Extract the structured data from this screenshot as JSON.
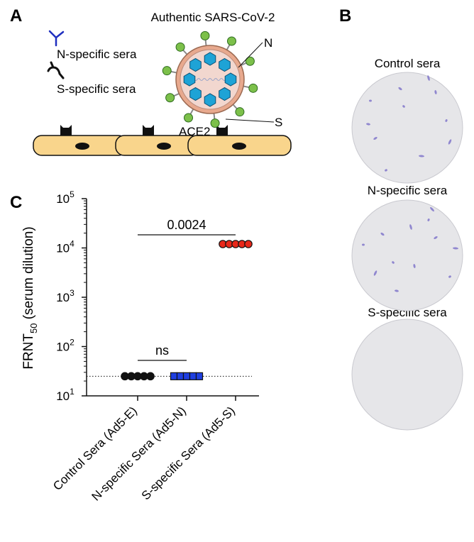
{
  "panel_a": {
    "letter": "A",
    "title": "Authentic SARS-CoV-2",
    "legend": [
      {
        "label": "N-specific sera",
        "color": "#1f2fbf",
        "icon": "antibody-icon"
      },
      {
        "label": "S-specific sera",
        "color": "#111111",
        "icon": "antibody-icon"
      }
    ],
    "virion_labels": {
      "n": "N",
      "s": "S"
    },
    "receptor_label": "ACE2",
    "colors": {
      "cell": "#f9d58c",
      "spike": "#7cc04a",
      "nucleocapsid": "#1ea3d6",
      "envelope": "#e8a98e"
    }
  },
  "panel_b": {
    "letter": "B",
    "wells": [
      {
        "label": "Control sera",
        "foci": "many"
      },
      {
        "label": "N-specific sera",
        "foci": "many"
      },
      {
        "label": "S-specific sera",
        "foci": "none"
      }
    ]
  },
  "panel_c": {
    "letter": "C",
    "chart_data": {
      "type": "scatter",
      "ylabel": "FRNT",
      "ylabel_sub": "50",
      "ylabel_suffix": " (serum dilution)",
      "yscale": "log",
      "ylim": [
        10,
        100000
      ],
      "yticks": [
        {
          "base": "10",
          "exp": "1"
        },
        {
          "base": "10",
          "exp": "2"
        },
        {
          "base": "10",
          "exp": "3"
        },
        {
          "base": "10",
          "exp": "4"
        },
        {
          "base": "10",
          "exp": "5"
        }
      ],
      "limit_of_detection": 25,
      "categories": [
        "Control Sera (Ad5-E)",
        "N-specific Sera (Ad5-N)",
        "S-specific Sera (Ad5-S)"
      ],
      "series": [
        {
          "values": [
            25,
            25,
            25,
            25,
            25
          ],
          "color": "#111111",
          "marker": "circle"
        },
        {
          "values": [
            25,
            25,
            25,
            25,
            25
          ],
          "color": "#1f3fe0",
          "marker": "square"
        },
        {
          "values": [
            12000,
            12000,
            12000,
            12000,
            12000
          ],
          "color": "#e8281a",
          "marker": "circle"
        }
      ],
      "annotations": [
        {
          "text": "0.0024",
          "between": [
            0,
            2
          ]
        },
        {
          "text": "ns",
          "between": [
            0,
            1
          ]
        }
      ]
    }
  }
}
